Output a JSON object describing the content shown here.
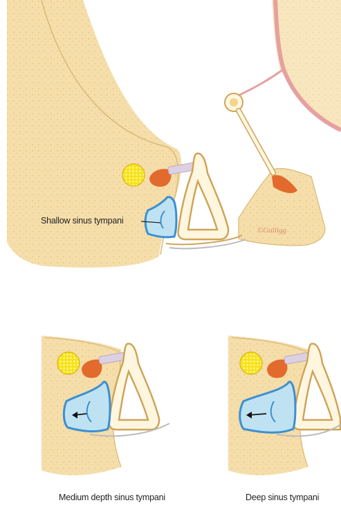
{
  "labels": {
    "shallow": "Shallow sinus tympani",
    "medium": "Medium depth sinus tympani",
    "deep": "Deep sinus tympani"
  },
  "signature": "©Gulligg",
  "colors": {
    "bone": "#f5deaa",
    "bone_edge": "#d9b97a",
    "stapes_fill": "#fff6e0",
    "stapes_edge": "#cfa458",
    "tendon": "#e26a2c",
    "sinus_blue": "#5aa7dc",
    "sinus_light": "#bfe2f3",
    "nerve_yellow": "#f5e000",
    "vessel_pink": "#e6a0a0",
    "grey_tendon": "#d4c8dc"
  }
}
